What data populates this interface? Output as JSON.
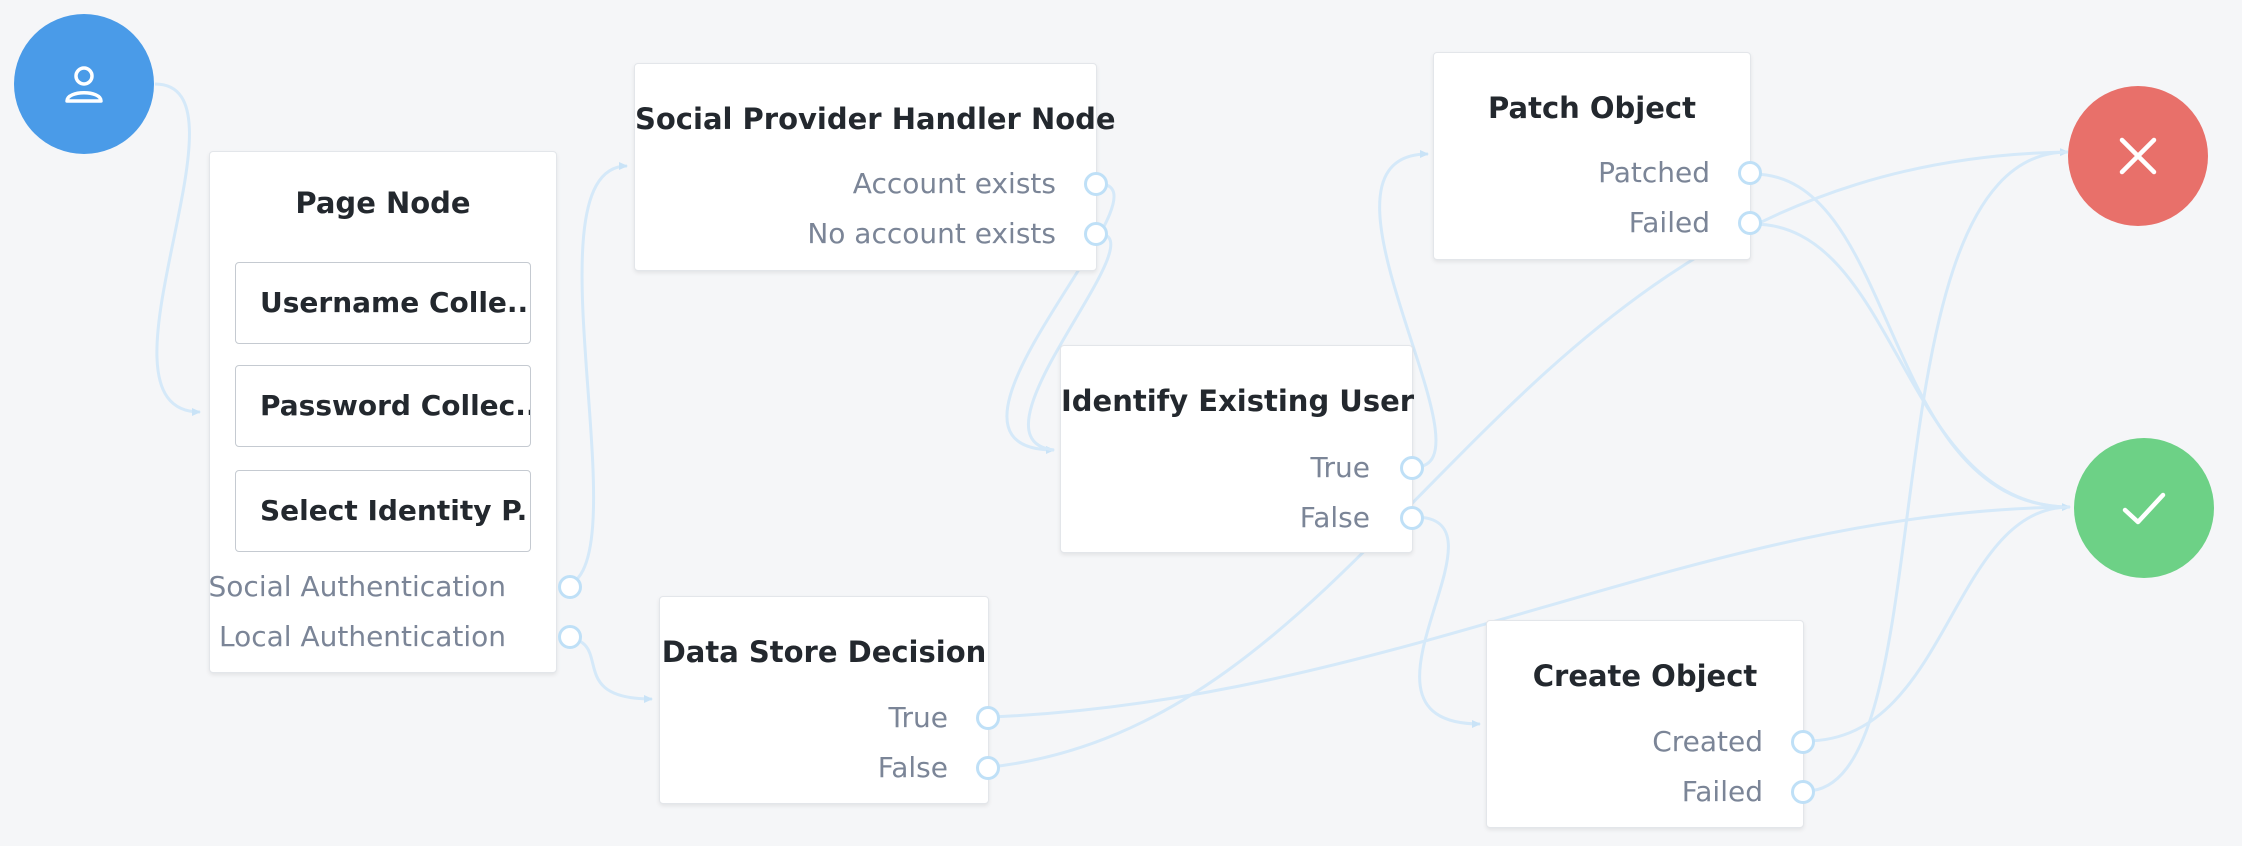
{
  "start": {
    "icon": "user-icon",
    "color": "#4a9be8"
  },
  "end_failure": {
    "icon": "close-icon",
    "color": "#e8706a"
  },
  "end_success": {
    "icon": "check-icon",
    "color": "#6dd186"
  },
  "nodes": {
    "page_node": {
      "title": "Page Node",
      "children": [
        "Username Colle...",
        "Password Collec...",
        "Select Identity P..."
      ],
      "outcomes": [
        "Social Authentication",
        "Local Authentication"
      ]
    },
    "social_provider": {
      "title": "Social Provider Handler Node",
      "outcomes": [
        "Account exists",
        "No account exists"
      ]
    },
    "identify_user": {
      "title": "Identify Existing User",
      "outcomes": [
        "True",
        "False"
      ]
    },
    "data_store": {
      "title": "Data Store Decision",
      "outcomes": [
        "True",
        "False"
      ]
    },
    "patch_object": {
      "title": "Patch Object",
      "outcomes": [
        "Patched",
        "Failed"
      ]
    },
    "create_object": {
      "title": "Create Object",
      "outcomes": [
        "Created",
        "Failed"
      ]
    }
  },
  "colors": {
    "wire": "#cfe6f8",
    "port": "#bfe0f7",
    "title": "#23282e",
    "outcome_text": "#7b8597"
  }
}
